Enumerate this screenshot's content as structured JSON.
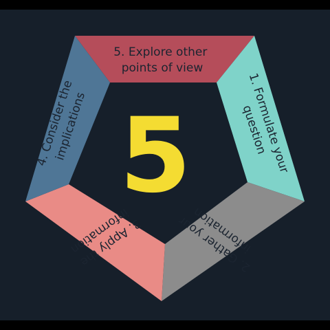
{
  "center_number": "5",
  "steps": [
    {
      "id": "step1",
      "lines": [
        "1. Formulate your",
        "question"
      ],
      "color": "#7fd3c9"
    },
    {
      "id": "step2",
      "lines": [
        "2. Gather your",
        "information"
      ],
      "color": "#8c8c8c"
    },
    {
      "id": "step3",
      "lines": [
        "3. Apply the",
        "information"
      ],
      "color": "#e98b86"
    },
    {
      "id": "step4",
      "lines": [
        "4. Consider the",
        "implications"
      ],
      "color": "#4f7696"
    },
    {
      "id": "step5",
      "lines": [
        "5. Explore other",
        "points of view"
      ],
      "color": "#b54d5a"
    }
  ],
  "colors": {
    "background": "#161f2a",
    "letterbox": "#000000",
    "text": "#1b2430",
    "number": "#f4dc32"
  }
}
